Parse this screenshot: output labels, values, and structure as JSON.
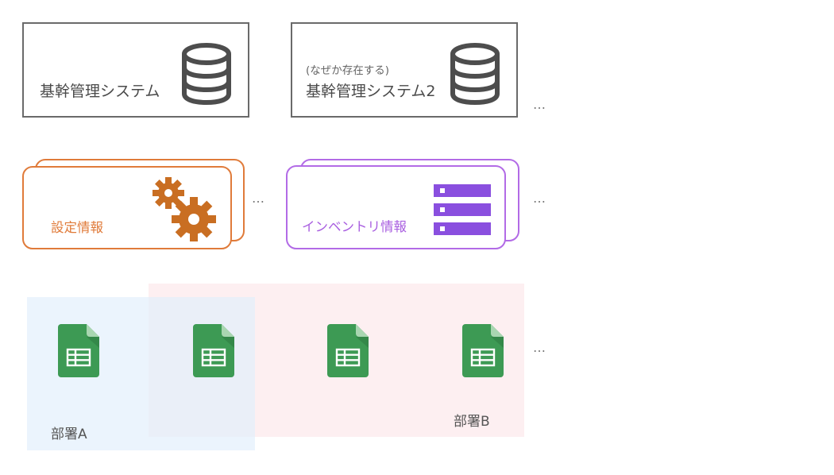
{
  "systems": [
    {
      "label": "基幹管理システム",
      "note": ""
    },
    {
      "label": "基幹管理システム2",
      "note": "(なぜか存在する)"
    }
  ],
  "info_cards": [
    {
      "label": "設定情報",
      "color": "#e07b3a",
      "icon": "gears-icon"
    },
    {
      "label": "インベントリ情報",
      "color": "#b26be6",
      "icon": "server-list-icon"
    }
  ],
  "departments": [
    {
      "label": "部署A",
      "color": "#eaf3fd"
    },
    {
      "label": "部署B",
      "color": "#fdeff1"
    }
  ],
  "ellipsis": "…",
  "sheet_icon": "spreadsheet-icon",
  "colors": {
    "system_border": "#6a6a6a",
    "sheet_green": "#3d9a54"
  }
}
